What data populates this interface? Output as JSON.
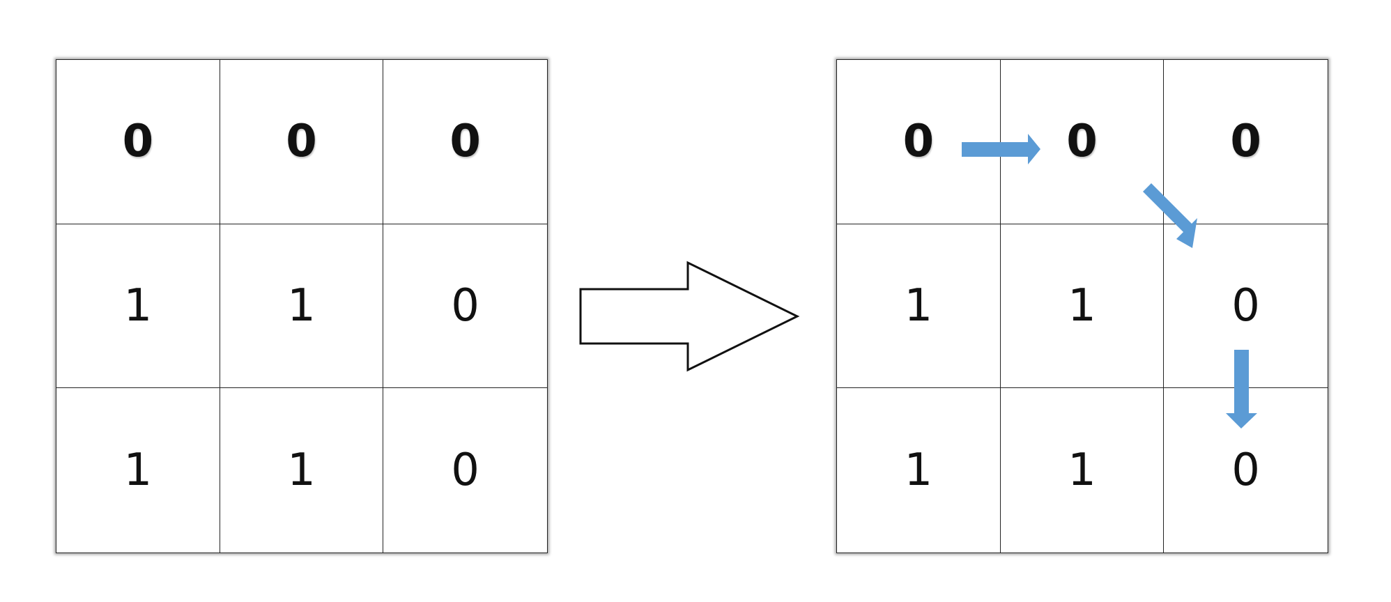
{
  "left_grid": {
    "cells": [
      [
        "0",
        "0",
        "0"
      ],
      [
        "1",
        "1",
        "0"
      ],
      [
        "1",
        "1",
        "0"
      ]
    ]
  },
  "right_grid": {
    "cells": [
      [
        "0",
        "0",
        "0"
      ],
      [
        "1",
        "1",
        "0"
      ],
      [
        "1",
        "1",
        "0"
      ]
    ]
  },
  "colors": {
    "path_arrow": "#5b9bd5",
    "transform_arrow_stroke": "#111111",
    "grid_line": "#222222"
  },
  "icons": {
    "transform": "right-arrow-outline-icon",
    "path": "blue-arrow-icon"
  }
}
